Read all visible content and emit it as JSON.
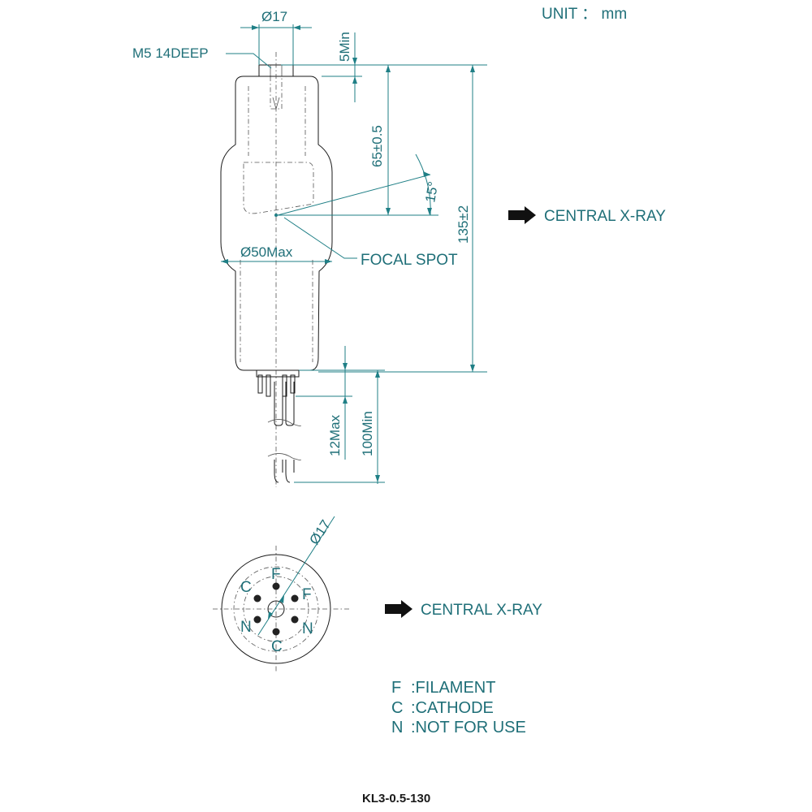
{
  "unit": "UNIT ： mm",
  "dims": {
    "top_diameter": "Ø17",
    "thread": "M5  14DEEP",
    "thread_min": "5Min",
    "to_focal": "65±0.5",
    "angle": "15°",
    "overall": "135±2",
    "body_diameter": "Ø50Max",
    "focal_spot": "FOCAL SPOT",
    "pin_max": "12Max",
    "lead_min": "100Min",
    "base_diameter": "Ø17"
  },
  "central_xray_side": "CENTRAL X-RAY",
  "central_xray_base": "CENTRAL X-RAY",
  "pins": {
    "top": "F",
    "left_upper": "C",
    "right_upper": "F",
    "left_lower": "N",
    "right_lower": "N",
    "bottom": "C"
  },
  "legend": [
    {
      "key": "F",
      "desc": ":FILAMENT"
    },
    {
      "key": "C",
      "desc": ":CATHODE"
    },
    {
      "key": "N",
      "desc": ":NOT FOR USE"
    }
  ],
  "model": "KL3-0.5-130",
  "colors": {
    "annotation": "#1f6f78",
    "line": "#1a1a1a"
  },
  "icons": [
    "right-arrow-icon"
  ]
}
